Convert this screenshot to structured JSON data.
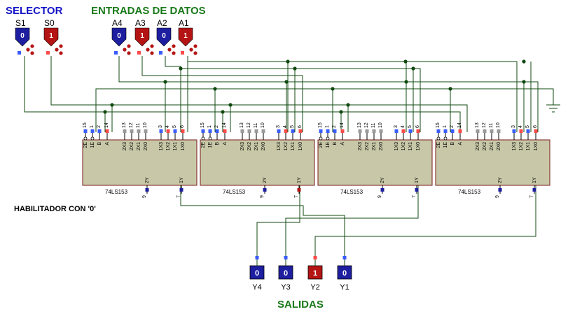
{
  "headings": {
    "selector": "SELECTOR",
    "data_inputs": "ENTRADAS DE DATOS",
    "outputs": "SALIDAS",
    "enable_note": "HABILITADOR CON '0'"
  },
  "colors": {
    "heading_blue": "#1414c8",
    "heading_green": "#1a7a1a",
    "logic_low": "#1e1ea0",
    "logic_high": "#b41414",
    "wire": "#0f4a0f",
    "chip_fill": "#c8c8a8",
    "chip_border": "#7a1818",
    "pin_low": "#3a5cff",
    "pin_high": "#ff4a4a",
    "pin_neutral": "#9a9a9a"
  },
  "selectors": [
    {
      "label": "S1",
      "value": "0",
      "state": "low"
    },
    {
      "label": "S0",
      "value": "1",
      "state": "high"
    }
  ],
  "data_inputs": [
    {
      "label": "A4",
      "value": "0",
      "state": "low"
    },
    {
      "label": "A3",
      "value": "1",
      "state": "high"
    },
    {
      "label": "A2",
      "value": "0",
      "state": "low"
    },
    {
      "label": "A1",
      "value": "1",
      "state": "high"
    }
  ],
  "chips": [
    {
      "part": "74LS153",
      "out_2y_state": "low",
      "out_1y_state": "low"
    },
    {
      "part": "74LS153",
      "out_2y_state": "low",
      "out_1y_state": "high"
    },
    {
      "part": "74LS153",
      "out_2y_state": "low",
      "out_1y_state": "low"
    },
    {
      "part": "74LS153",
      "out_2y_state": "low",
      "out_1y_state": "low"
    }
  ],
  "chip_top_pins": [
    "15",
    "1",
    "2",
    "14",
    "13",
    "12",
    "11",
    "10",
    "3",
    "4",
    "5",
    "6"
  ],
  "chip_pin_names": [
    "2E",
    "1E",
    "B",
    "A",
    "2X3",
    "2X2",
    "2X1",
    "2X0",
    "1X3",
    "1X2",
    "1X1",
    "1X0"
  ],
  "chip_output_names": [
    "2Y",
    "1Y"
  ],
  "chip_output_pins": [
    "9",
    "7"
  ],
  "outputs": [
    {
      "label": "Y4",
      "value": "0",
      "state": "low"
    },
    {
      "label": "Y3",
      "value": "0",
      "state": "low"
    },
    {
      "label": "Y2",
      "value": "1",
      "state": "high"
    },
    {
      "label": "Y1",
      "value": "0",
      "state": "low"
    }
  ]
}
